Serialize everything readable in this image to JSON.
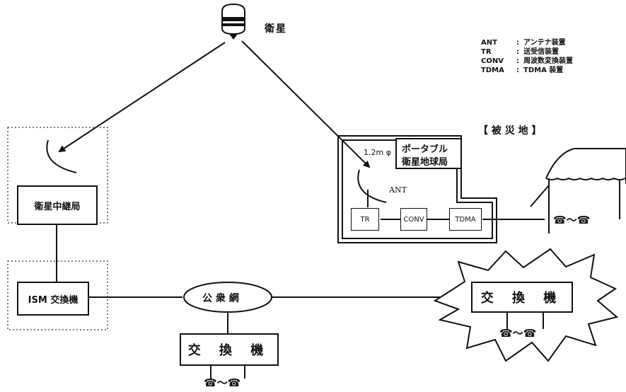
{
  "satellite": {
    "label": "衛星"
  },
  "legend": [
    {
      "abbr": "ANT",
      "sep": ":",
      "desc": "アンテナ装置"
    },
    {
      "abbr": "TR",
      "sep": ":",
      "desc": "送受信装置"
    },
    {
      "abbr": "CONV",
      "sep": ":",
      "desc": "周波数変換装置"
    },
    {
      "abbr": "TDMA",
      "sep": ":",
      "desc": "TDMA 装置"
    }
  ],
  "disaster_area": {
    "label": "【 被 災 地 】"
  },
  "portable_station": {
    "title_line1": "ポータブル",
    "title_line2": "衛星地球局",
    "antenna_size": "1.2m φ",
    "ant_label": "ANT",
    "tr": "TR",
    "conv": "CONV",
    "tdma": "TDMA"
  },
  "relay_station": {
    "label": "衛星中継局"
  },
  "ism_exchange": {
    "label": "ISM 交換機"
  },
  "public_network": {
    "label": "公 衆 網"
  },
  "exchange_bottom": {
    "label": "交 換 機"
  },
  "exchange_disaster": {
    "label": "交 換 機"
  },
  "phones": {
    "label": "☎～☎"
  }
}
